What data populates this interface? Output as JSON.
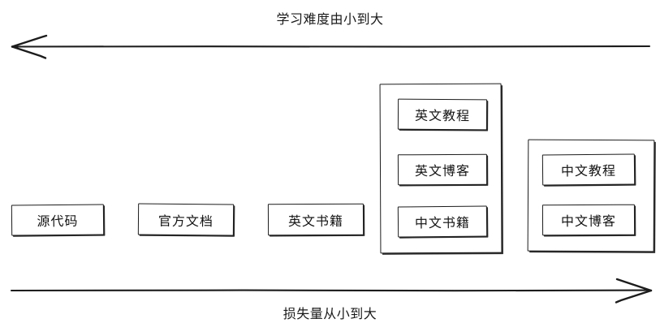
{
  "diagram": {
    "title_top": "学习难度由小到大",
    "title_bottom": "损失量从小到大",
    "top_axis_direction": "left",
    "bottom_axis_direction": "right",
    "stroke_color": "#1c1c1c",
    "background_color": "#ffffff"
  },
  "nodes": [
    {
      "id": "source-code",
      "label": "源代码"
    },
    {
      "id": "official-docs",
      "label": "官方文档"
    },
    {
      "id": "english-books",
      "label": "英文书籍"
    }
  ],
  "groups": [
    {
      "id": "group-english-media",
      "items": [
        {
          "id": "english-tutorial",
          "label": "英文教程"
        },
        {
          "id": "english-blog",
          "label": "英文博客"
        },
        {
          "id": "chinese-books",
          "label": "中文书籍"
        }
      ]
    },
    {
      "id": "group-chinese-media",
      "items": [
        {
          "id": "chinese-tutorial",
          "label": "中文教程"
        },
        {
          "id": "chinese-blog",
          "label": "中文博客"
        }
      ]
    }
  ]
}
